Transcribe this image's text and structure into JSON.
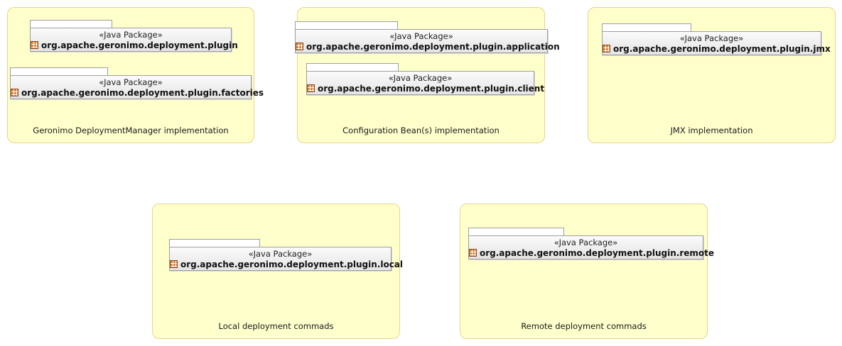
{
  "stereotype": "«Java Package»",
  "notes": {
    "n1": {
      "label": "Geronimo DeploymentManager implementation"
    },
    "n2": {
      "label": "Configuration Bean(s) implementation"
    },
    "n3": {
      "label": "JMX implementation"
    },
    "n4": {
      "label": "Local deployment commads"
    },
    "n5": {
      "label": "Remote deployment commads"
    }
  },
  "packages": {
    "plugin": "org.apache.geronimo.deployment.plugin",
    "factories": "org.apache.geronimo.deployment.plugin.factories",
    "application": "org.apache.geronimo.deployment.plugin.application",
    "client": "org.apache.geronimo.deployment.plugin.client",
    "jmx": "org.apache.geronimo.deployment.plugin.jmx",
    "local": "org.apache.geronimo.deployment.plugin.local",
    "remote": "org.apache.geronimo.deployment.plugin.remote"
  },
  "icon": "java-package-icon"
}
